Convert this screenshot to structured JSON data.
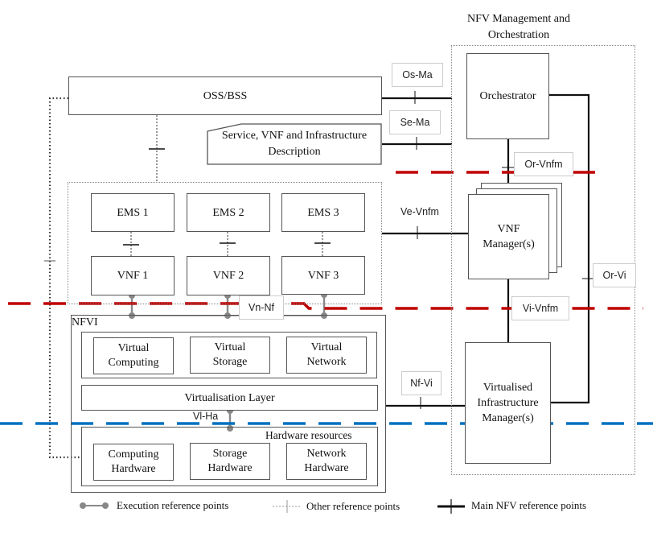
{
  "title": {
    "line1": "NFV Management and",
    "line2": "Orchestration"
  },
  "blocks": {
    "oss_bss": "OSS/BSS",
    "service_desc": {
      "line1": "Service, VNF and Infrastructure",
      "line2": "Description"
    },
    "orchestrator": "Orchestrator",
    "vnf_manager": {
      "line1": "VNF",
      "line2": "Manager(s)"
    },
    "vim": {
      "line1": "Virtualised",
      "line2": "Infrastructure",
      "line3": "Manager(s)"
    },
    "ems": [
      "EMS 1",
      "EMS 2",
      "EMS 3"
    ],
    "vnf": [
      "VNF 1",
      "VNF 2",
      "VNF 3"
    ],
    "nfvi_label": "NFVI",
    "virtual": [
      {
        "line1": "Virtual",
        "line2": "Computing"
      },
      {
        "line1": "Virtual",
        "line2": "Storage"
      },
      {
        "line1": "Virtual",
        "line2": "Network"
      }
    ],
    "virtualisation_layer": "Virtualisation Layer",
    "hardware_resources": "Hardware resources",
    "hardware": [
      {
        "line1": "Computing",
        "line2": "Hardware"
      },
      {
        "line1": "Storage",
        "line2": "Hardware"
      },
      {
        "line1": "Network",
        "line2": "Hardware"
      }
    ]
  },
  "reference_points": {
    "os_ma": "Os-Ma",
    "se_ma": "Se-Ma",
    "or_vnfm": "Or-Vnfm",
    "ve_vnfm": "Ve-Vnfm",
    "or_vi": "Or-Vi",
    "vi_vnfm": "Vi-Vnfm",
    "vn_nf": "Vn-Nf",
    "nf_vi": "Nf-Vi",
    "vl_ha": "Vl-Ha"
  },
  "legend": {
    "execution": "Execution reference points",
    "other": "Other reference points",
    "main": "Main NFV reference points"
  },
  "colors": {
    "red_boundary": "#c00000",
    "blue_boundary": "#0070c0",
    "exec_point": "#888888"
  }
}
